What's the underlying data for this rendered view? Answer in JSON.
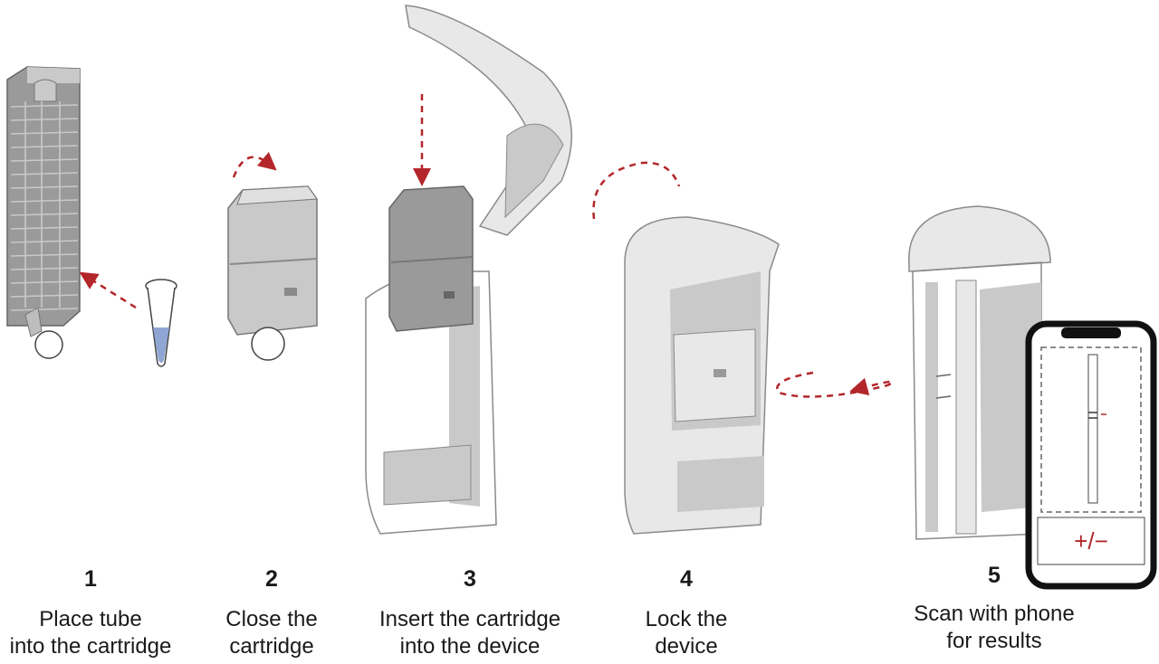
{
  "colors": {
    "arrow": "#b3262a",
    "device_light": "#e8e8e8",
    "device_mid": "#c9c9c9",
    "device_dark": "#9a9a9a",
    "outline": "#8a8a8a",
    "phone_frame": "#111111",
    "tube_liquid": "#8fa6d4"
  },
  "icons": {
    "step1": "tube-and-cartridge-icon",
    "step2": "closed-cartridge-icon",
    "step3": "open-device-icon",
    "step4": "locked-device-icon",
    "step5": "phone-scan-icon"
  },
  "steps": [
    {
      "number": "1",
      "line1": "Place tube",
      "line2": "into the cartridge"
    },
    {
      "number": "2",
      "line1": "Close the",
      "line2": "cartridge"
    },
    {
      "number": "3",
      "line1": "Insert the cartridge",
      "line2": "into the device"
    },
    {
      "number": "4",
      "line1": "Lock the",
      "line2": "device"
    },
    {
      "number": "5",
      "line1": "Scan with phone",
      "line2": "for results"
    }
  ],
  "phone": {
    "result_label": "+/−"
  }
}
